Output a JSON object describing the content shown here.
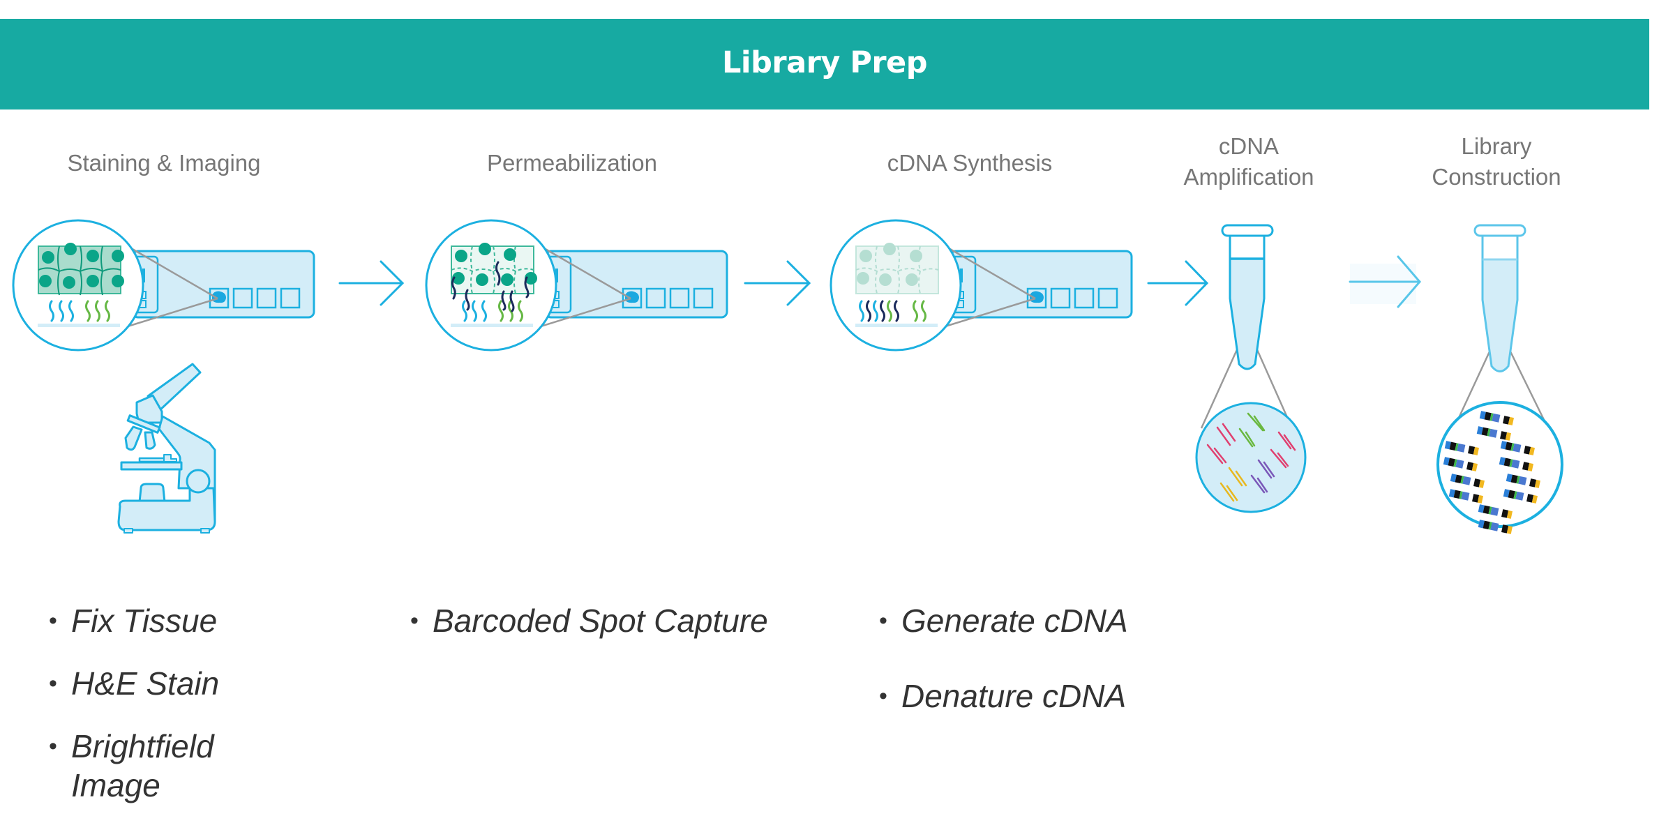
{
  "header": {
    "title": "Library Prep",
    "color": "#17aaa2"
  },
  "steps": [
    {
      "id": "staining-imaging",
      "label_lines": [
        "Staining & Imaging"
      ],
      "illustration": "slide-with-magnified-tissue",
      "extra_icon": "microscope-icon",
      "bullets": [
        "Fix Tissue",
        "H&E Stain",
        "Brightfield Image"
      ]
    },
    {
      "id": "permeabilization",
      "label_lines": [
        "Permeabilization"
      ],
      "illustration": "slide-with-permeabilized-tissue",
      "bullets": [
        "Barcoded Spot Capture"
      ]
    },
    {
      "id": "cdna-synthesis",
      "label_lines": [
        "cDNA Synthesis"
      ],
      "illustration": "slide-with-faded-tissue",
      "bullets": [
        "Generate cDNA",
        "Denature cDNA"
      ]
    },
    {
      "id": "cdna-amplification",
      "label_lines": [
        "cDNA",
        "Amplification"
      ],
      "illustration": "tube-with-cdna-fragments",
      "bullets": []
    },
    {
      "id": "library-construction",
      "label_lines": [
        "Library",
        "Construction"
      ],
      "illustration": "tube-with-library-fragments",
      "bullets": []
    }
  ],
  "connectors": [
    "arrow-right-icon",
    "arrow-right-icon",
    "arrow-right-icon",
    "arrow-right-icon"
  ],
  "colors": {
    "accent_blue": "#1cb0e0",
    "slide_fill": "#d3edf8",
    "tissue_green": "#0aa588",
    "tissue_fill": "#a9dccd",
    "label_gray": "#767676",
    "bullet_text": "#333333",
    "strand_dark": "#1b2b5c",
    "strand_green": "#66b845"
  }
}
